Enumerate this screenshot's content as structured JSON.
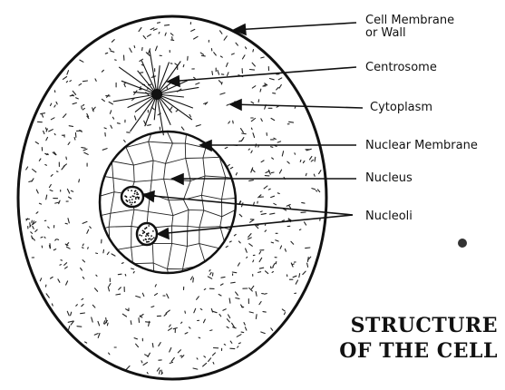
{
  "title": {
    "line1": "STRUCTURE",
    "line2": "OF THE CELL"
  },
  "labels": {
    "cell_membrane_line1": "Cell Membrane",
    "cell_membrane_line2": "or Wall",
    "centrosome": "Centrosome",
    "cytoplasm": "Cytoplasm",
    "nuclear_membrane": "Nuclear Membrane",
    "nucleus": "Nucleus",
    "nucleoli": "Nucleoli"
  },
  "colors": {
    "ink": "#111111",
    "paper": "#ffffff"
  }
}
